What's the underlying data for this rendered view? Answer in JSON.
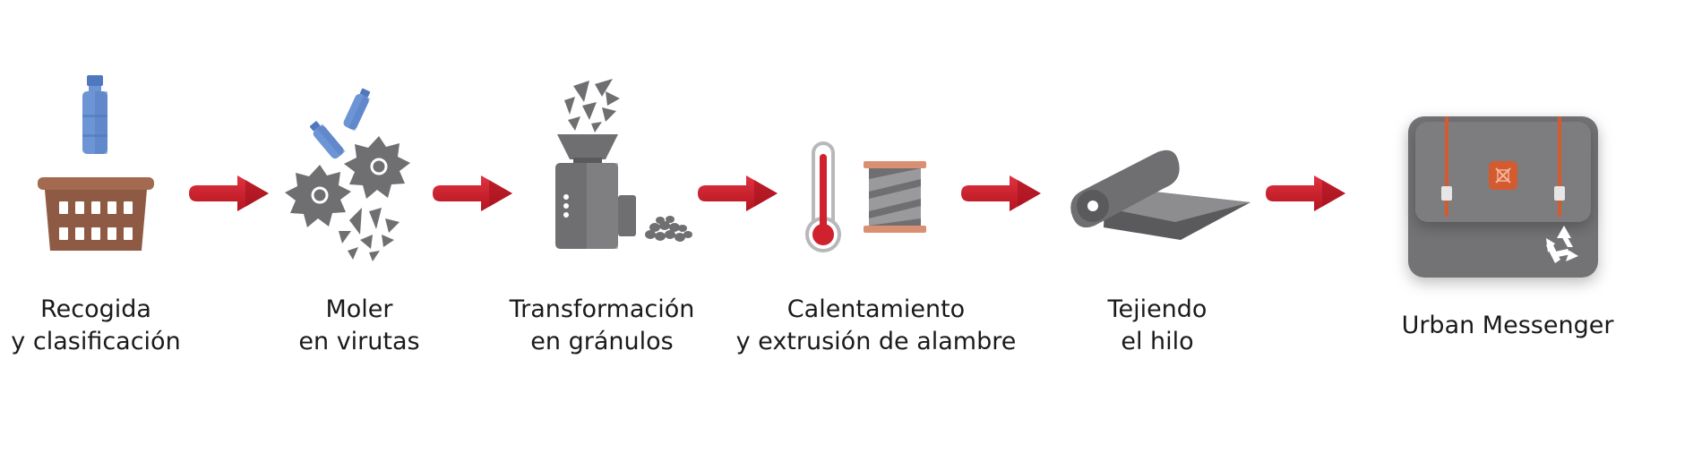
{
  "diagram": {
    "steps": [
      {
        "line1": "Recogida",
        "line2": "y clasificación",
        "icon": "basket-bottle-icon"
      },
      {
        "line1": "Moler",
        "line2": "en virutas",
        "icon": "grinder-blades-icon"
      },
      {
        "line1": "Transformación",
        "line2": "en gránulos",
        "icon": "granulator-machine-icon"
      },
      {
        "line1": "Calentamiento",
        "line2": "y extrusión de alambre",
        "icon": "thermometer-spool-icon"
      },
      {
        "line1": "Tejiendo",
        "line2": "el hilo",
        "icon": "fabric-roll-icon"
      }
    ],
    "final": {
      "label": "Urban Messenger",
      "icon": "messenger-bag-icon"
    },
    "arrow_icon": "arrow-right-icon"
  },
  "colors": {
    "arrow": "#d0212f",
    "arrow_dark": "#a5131e",
    "gray": "#6f6f72",
    "gray_dark": "#5a5a5d",
    "gray_light": "#8d8d90",
    "bottle": "#6d95d6",
    "bottle_dark": "#4f78bf",
    "basket": "#8f5a43",
    "basket_top": "#a36a50",
    "copper": "#d99072",
    "thermo_red": "#d0212f",
    "bag_gray": "#737376",
    "bag_orange": "#d45a2f",
    "label_text": "#1a1a1a"
  }
}
